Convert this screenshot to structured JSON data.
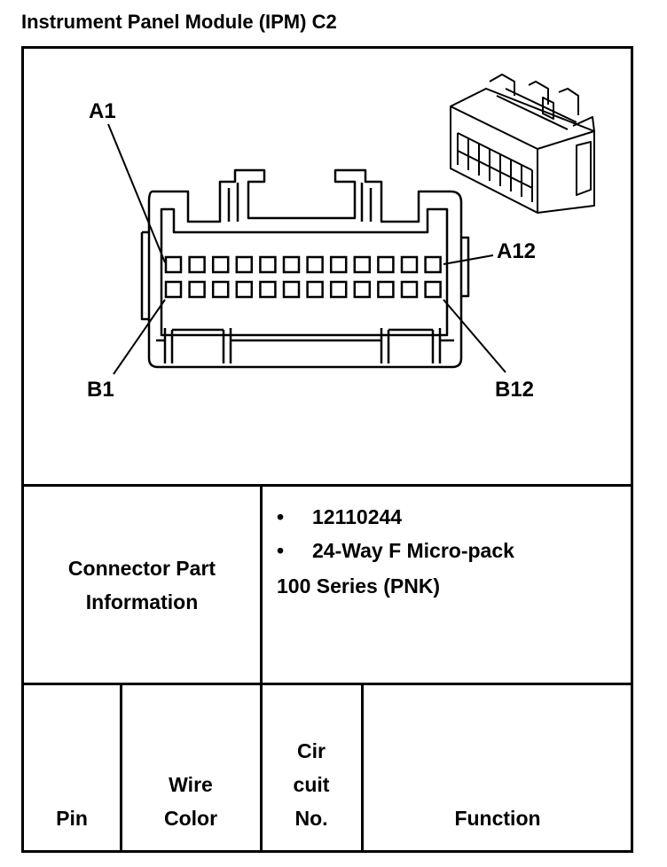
{
  "title": "Instrument Panel Module (IPM) C2",
  "diagram": {
    "labels": {
      "a1": "A1",
      "a12": "A12",
      "b1": "B1",
      "b12": "B12"
    },
    "pin_rows": 2,
    "pins_per_row": 12
  },
  "connector_info": {
    "label_line1": "Connector Part",
    "label_line2": "Information",
    "bullet": "•",
    "part_number": "12110244",
    "description": "24-Way F Micro-pack",
    "series": "100 Series (PNK)"
  },
  "table_header": {
    "pin": "Pin",
    "wire_line1": "Wire",
    "wire_line2": "Color",
    "circuit_line1": "Cir",
    "circuit_line2": "cuit",
    "circuit_line3": "No.",
    "function": "Function"
  }
}
